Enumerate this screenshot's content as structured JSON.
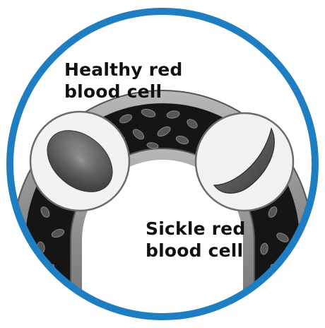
{
  "labels": {
    "healthy_line1": "Healthy red",
    "healthy_line2": "blood cell",
    "sickle_line1": "Sickle red",
    "sickle_line2": "blood cell"
  },
  "colors": {
    "ring": "#1f7dc1",
    "vessel_wall": "#9a9a9a",
    "vessel_lumen": "#151515",
    "cell_small": "#5a5a5a",
    "label_text": "#111111"
  },
  "icons": {
    "healthy_cell": "biconcave-disc-icon",
    "sickle_cell": "sickle-crescent-icon"
  }
}
